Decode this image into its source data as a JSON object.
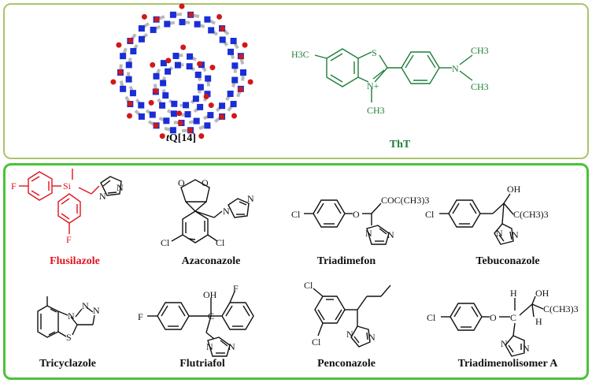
{
  "top": {
    "tq14_label_prefix": "t",
    "tq14_label_rest": "Q[14]",
    "tht_label": "ThT",
    "tht_atoms": {
      "h3c": "H3C",
      "s": "S",
      "n_plus": "N+",
      "ch3_bottom": "CH3",
      "n_right": "N",
      "ch3_up": "CH3",
      "ch3_down": "CH3"
    }
  },
  "compounds": [
    {
      "name": "Flusilazole",
      "color": "#e0141e"
    },
    {
      "name": "Azaconazole",
      "color": "#111111"
    },
    {
      "name": "Triadimefon",
      "color": "#111111"
    },
    {
      "name": "Tebuconazole",
      "color": "#111111"
    },
    {
      "name": "Tricyclazole",
      "color": "#111111"
    },
    {
      "name": "Flutriafol",
      "color": "#111111"
    },
    {
      "name": "Penconazole",
      "color": "#111111"
    },
    {
      "name": "Triadimenolisomer A",
      "color": "#111111"
    }
  ],
  "atoms": {
    "F": "F",
    "Si": "Si",
    "N": "N",
    "Cl": "Cl",
    "O": "O",
    "S": "S",
    "OH": "OH",
    "H": "H",
    "C": "C",
    "coc": "COC(CH3)3",
    "cch": "C(CH3)3"
  },
  "colors": {
    "top_border": "#a9c46a",
    "bottom_border": "#4bc23a",
    "tht_green": "#1e7d3a",
    "flusilazole_red": "#e0141e",
    "n_blue": "#1a2ed6",
    "o_red": "#d0181a",
    "c_gray": "#b9b9b9"
  }
}
